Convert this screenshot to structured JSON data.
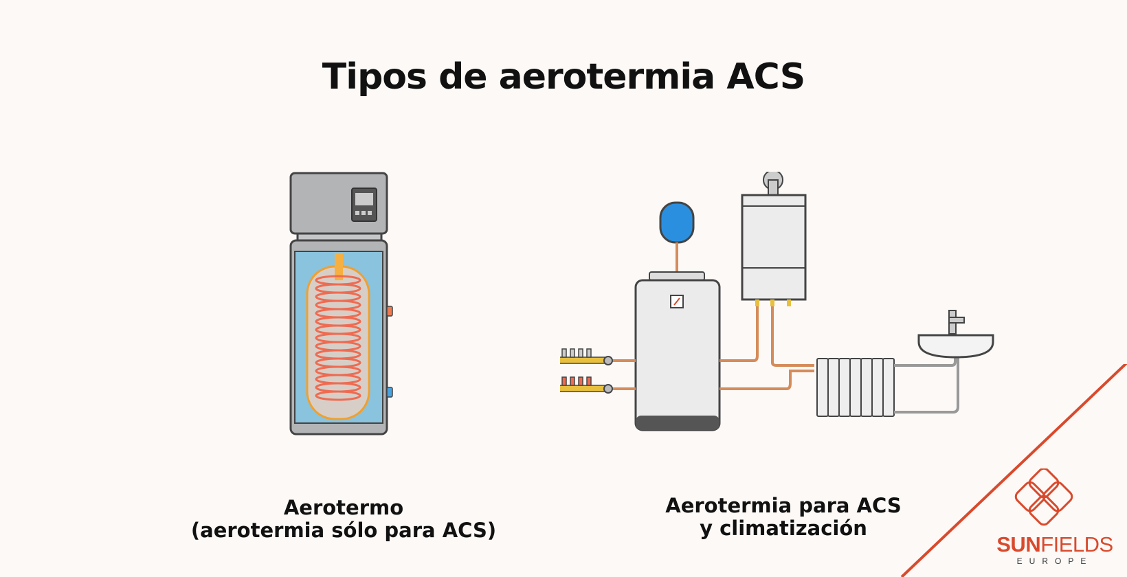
{
  "title": "Tipos de aerotermia ACS",
  "left_panel": {
    "caption_line1": "Aerotermo",
    "caption_line2": "(aerotermia sólo para ACS)",
    "icon": "heat-pump-water-heater-icon"
  },
  "right_panel": {
    "caption_line1": "Aerotermia para ACS",
    "caption_line2": "y climatización",
    "icon": "hydronic-system-icon"
  },
  "brand": {
    "name_bold": "SUN",
    "name_light": "FIELDS",
    "subtitle": "EUROPE",
    "accent": "#d94a2c"
  },
  "colors": {
    "background": "#fcf9f7",
    "copper": "#d58c5a",
    "water": "#8ac3de",
    "coil": "#ee6b52",
    "tank_blue": "#2b8fe0"
  }
}
